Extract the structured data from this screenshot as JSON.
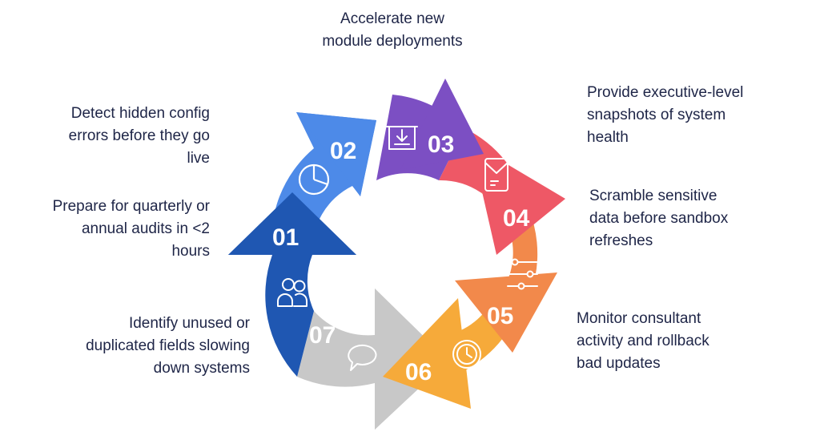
{
  "colors": {
    "step_01": "#1f57b2",
    "step_02": "#4d8ae8",
    "step_03": "#7c4fc3",
    "step_04": "#ee5866",
    "step_05": "#f2894b",
    "step_06": "#f6aa3a",
    "step_07": "#c8c8c8",
    "text": "#1e2547"
  },
  "steps": [
    {
      "number": "01",
      "icon": "users-icon",
      "text": "Prepare for quarterly or\nannual audits in <2\nhours"
    },
    {
      "number": "02",
      "icon": "pie-chart-icon",
      "text": "Detect hidden config\nerrors before they go\nlive"
    },
    {
      "number": "03",
      "icon": "download-box-icon",
      "text": "Accelerate new\nmodule deployments"
    },
    {
      "number": "04",
      "icon": "envelope-icon",
      "text": "Provide executive-level\nsnapshots of system\nhealth"
    },
    {
      "number": "05",
      "icon": "sliders-icon",
      "text": "Scramble sensitive\ndata before sandbox\nrefreshes"
    },
    {
      "number": "06",
      "icon": "clock-icon",
      "text": "Monitor consultant\nactivity and rollback\nbad updates"
    },
    {
      "number": "07",
      "icon": "chat-bubble-icon",
      "text": "Identify unused or\nduplicated fields slowing\ndown systems"
    }
  ]
}
